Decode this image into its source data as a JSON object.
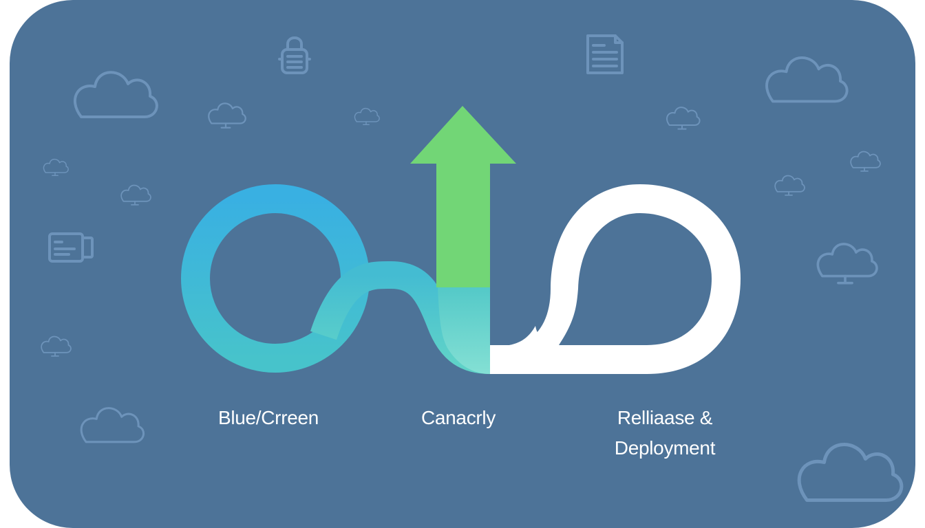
{
  "diagram": {
    "stages": [
      {
        "key": "blue_green",
        "label": "Blue/Crreen"
      },
      {
        "key": "canary",
        "label": "Canacrly"
      },
      {
        "key": "release",
        "label_line1": "Relliaase &",
        "label_line2": "Deployment"
      }
    ]
  },
  "colors": {
    "background": "#4d7398",
    "gradient_blue": "#3ab0e0",
    "gradient_teal": "#4cc7c9",
    "arrow_green": "#72d676",
    "loop_white": "#ffffff",
    "decor_line": "#6d93ba"
  },
  "icons": [
    "cloud-icon",
    "lock-icon",
    "document-icon",
    "id-card-icon"
  ]
}
